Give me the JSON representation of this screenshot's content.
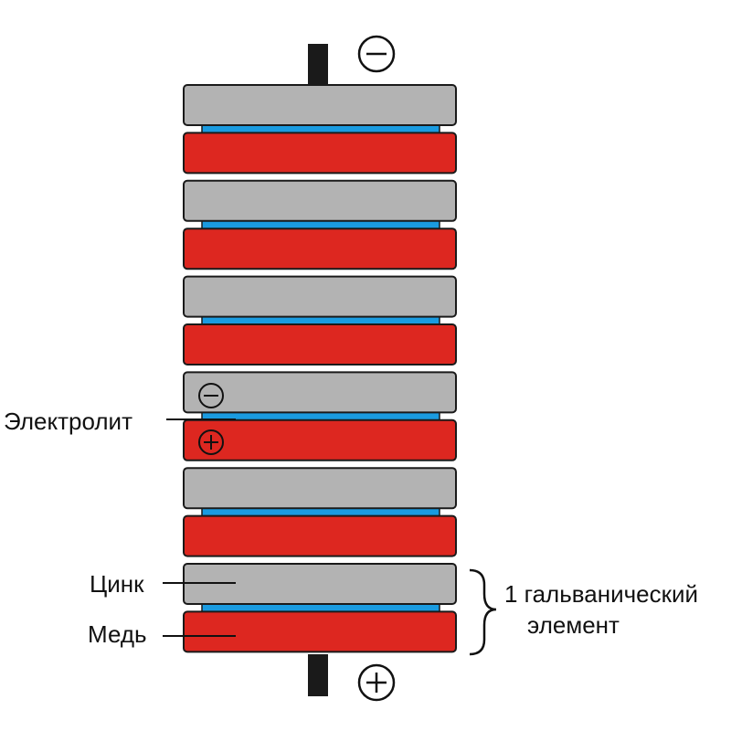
{
  "labels": {
    "electrolyte": "Электролит",
    "zinc": "Цинк",
    "copper": "Медь",
    "element_line1": "1 гальванический",
    "element_line2": "элемент"
  },
  "stack_order": [
    "zinc",
    "copper",
    "zinc",
    "copper",
    "zinc",
    "copper",
    "zinc",
    "copper",
    "zinc",
    "copper",
    "zinc",
    "copper"
  ],
  "terminals": {
    "top": "negative",
    "bottom": "positive"
  },
  "icons": {
    "top_terminal": "minus-circle-icon",
    "bottom_terminal": "plus-circle-icon",
    "cell_minus": "minus-circle-icon",
    "cell_plus": "plus-circle-icon",
    "group_brace": "curly-brace-icon"
  },
  "colors": {
    "zinc": "#b3b3b3",
    "copper": "#dd2720",
    "electrolyte": "#1a9be0",
    "terminal": "#1a1a1a"
  }
}
